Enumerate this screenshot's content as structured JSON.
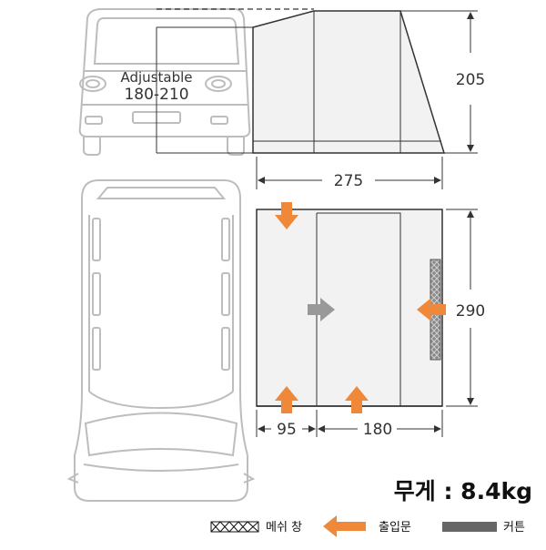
{
  "labels": {
    "adjustable": "Adjustable",
    "adjustable_range": "180-210",
    "height": "205",
    "width_top": "275",
    "depth": "290",
    "seg_left": "95",
    "seg_right": "180",
    "weight": "무게 : 8.4kg"
  },
  "legend": {
    "mesh_label": "메쉬 창",
    "entrance_label": "출입문",
    "curtain_label": "커튼"
  },
  "colors": {
    "orange": "#f0883a",
    "grey_arrow": "#999999",
    "curtain": "#666666",
    "tent_fill": "#f2f2f2",
    "tent_line": "#333333",
    "car_line": "#bdbdbd"
  }
}
